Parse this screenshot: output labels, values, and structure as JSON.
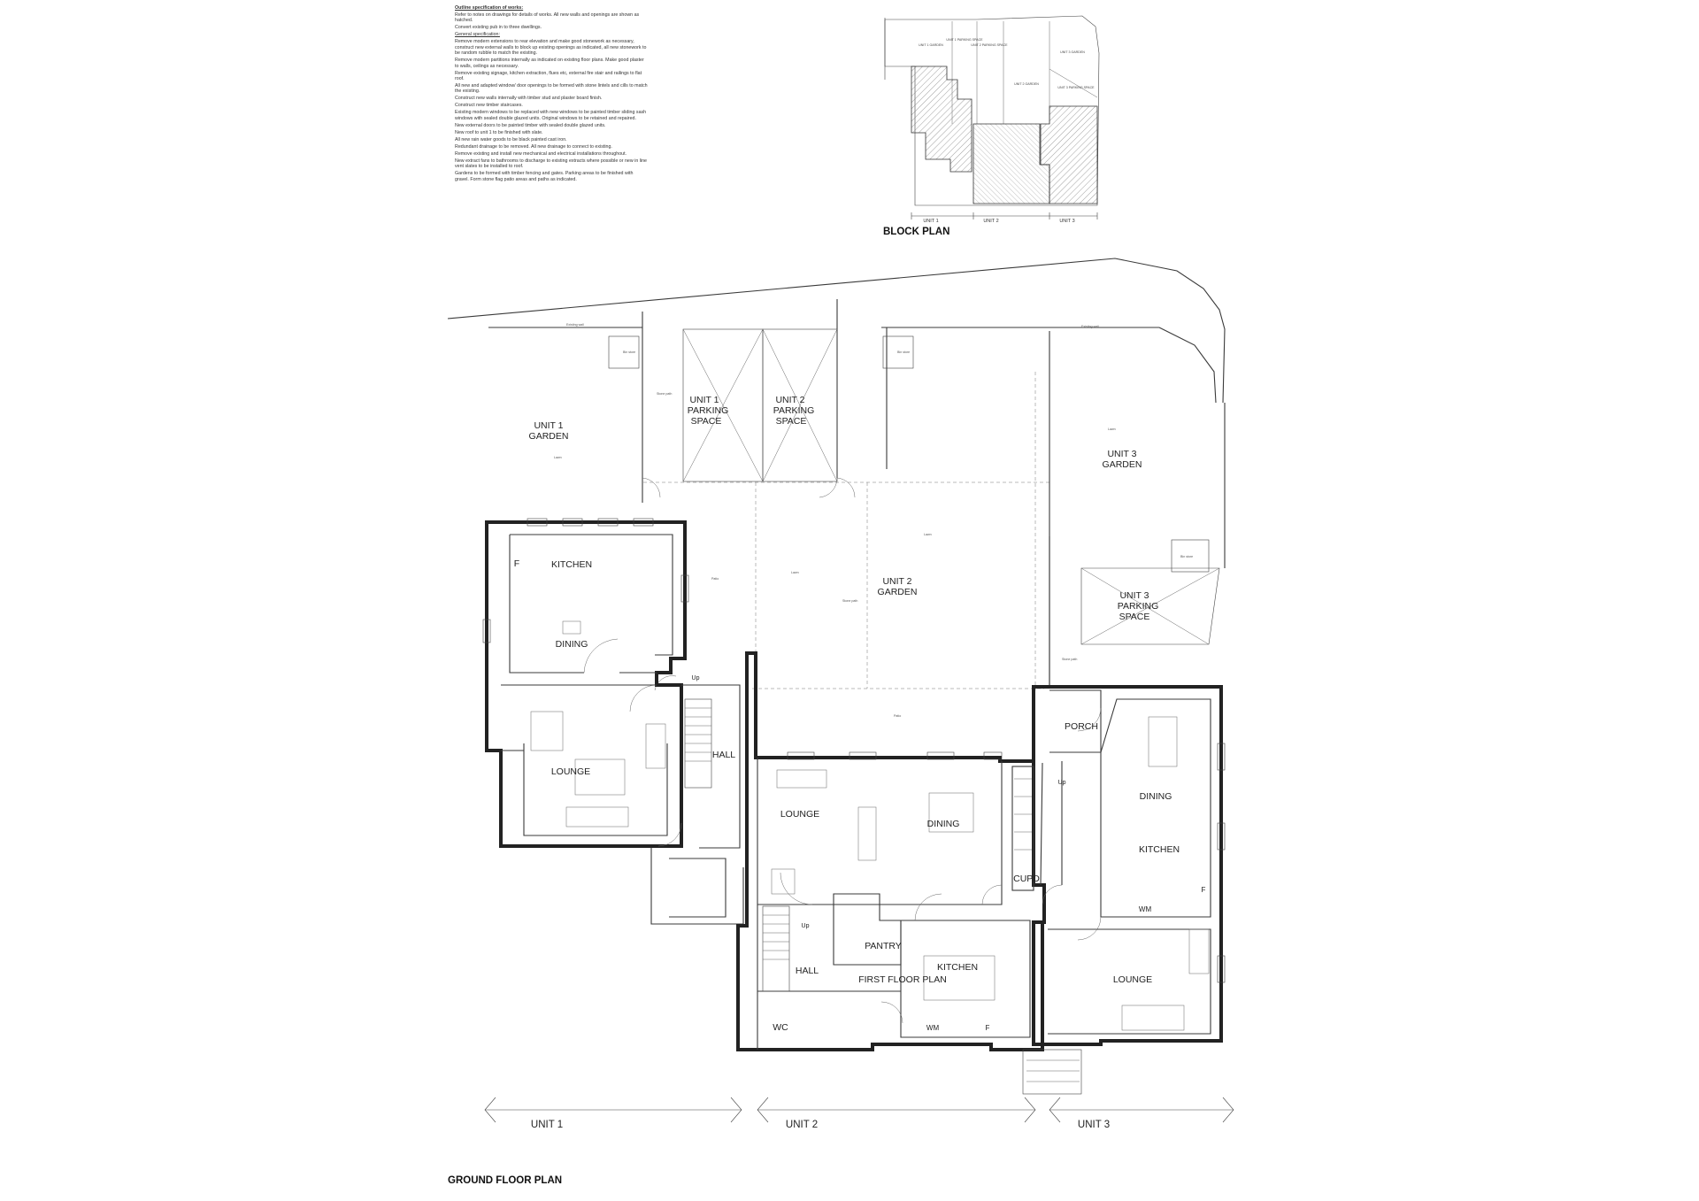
{
  "specification": {
    "heading": "Outline specification of works:",
    "intro": [
      "Refer to notes on drawings for details of works. All new walls and openings are shown as hatched.",
      "Convert existing pub in to three dwellings."
    ],
    "general_heading": "General specification:",
    "items": [
      "Remove modern extensions to rear elevation and make good stonework as necessary, construct new external walls to block up existing openings as indicated, all new stonework to be random rubble to match the existing.",
      "Remove modern partitions internally as indicated on existing floor plans. Make good plaster to walls, ceilings as necessary.",
      "Remove existing signage, kitchen extraction, flues etc, external fire stair and railings to flat roof.",
      "All new and adapted window/ door openings to be formed with stone lintels and cills to match the existing.",
      "Construct new walls internally with timber stud and plaster board finish.",
      "Construct new timber staircases.",
      "Existing modern windows to be replaced with new windows to be painted timber sliding sash windows with sealed double glazed units. Original windows to be retained and repaired.",
      "New external doors to be painted timber with sealed double glazed units.",
      "New roof to unit 1 to be finished with slate.",
      "All new rain water goods to be black painted cast iron.",
      "Redundant drainage to be removed. All new drainage to connect to existing.",
      "Remove existing and install new mechanical and electrical installations throughout.",
      "New extract fans to bathrooms to discharge to existing extracts where possible or new in line vent slates to be installed to roof.",
      "Gardens to be formed with timber fencing and gates. Parking areas to be finished with gravel. Form stone flag patio areas and paths as indicated."
    ]
  },
  "block_plan": {
    "title": "BLOCK PLAN",
    "labels": [
      "UNIT 1 GARDEN",
      "UNIT 1 PARKING SPACE",
      "UNIT 2 PARKING SPACE",
      "UNIT 2 GARDEN",
      "UNIT 3 GARDEN",
      "UNIT 3 PARKING SPACE"
    ],
    "dims": [
      "UNIT 1",
      "UNIT 2",
      "UNIT 3"
    ]
  },
  "site": {
    "unit1_garden": [
      "UNIT 1",
      "GARDEN"
    ],
    "unit1_parking": [
      "UNIT 1",
      "PARKING",
      "SPACE"
    ],
    "unit2_parking": [
      "UNIT 2",
      "PARKING",
      "SPACE"
    ],
    "unit2_garden": [
      "UNIT 2",
      "GARDEN"
    ],
    "unit3_garden": [
      "UNIT 3",
      "GARDEN"
    ],
    "unit3_parking": [
      "UNIT 3",
      "PARKING",
      "SPACE"
    ],
    "small_labels": {
      "existing_wall": "Existing wall",
      "bin_store": "Bin store",
      "stone_path": "Stone path",
      "lawn": "Lawn",
      "patio": "Patio"
    }
  },
  "rooms": {
    "kitchen1": "KITCHEN",
    "dining1": "DINING",
    "lounge1": "LOUNGE",
    "hall1": "HALL",
    "lounge2": "LOUNGE",
    "dining2": "DINING",
    "pantry": "PANTRY",
    "kitchen2": "KITCHEN",
    "hall2": "HALL",
    "wc": "WC",
    "cupd": "CUPD",
    "porch": "PORCH",
    "dining3": "DINING",
    "kitchen3": "KITCHEN",
    "lounge3": "LOUNGE",
    "first_floor_plan": "FIRST FLOOR PLAN",
    "f1": "F",
    "f2": "F",
    "f3": "F",
    "wm2": "WM",
    "wm3": "WM",
    "up1": "Up",
    "up2": "Up",
    "up3": "Up"
  },
  "units": [
    "UNIT 1",
    "UNIT 2",
    "UNIT 3"
  ],
  "ground_floor_title": "GROUND FLOOR PLAN"
}
